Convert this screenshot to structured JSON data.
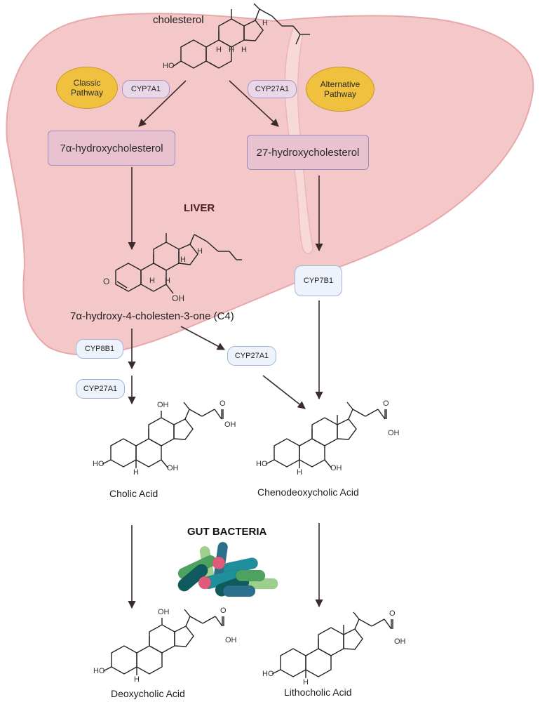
{
  "organ": {
    "label": "LIVER"
  },
  "pathways": {
    "classic": "Classic\nPathway",
    "alternative": "Alternative\nPathway"
  },
  "molecules": {
    "cholesterol": "cholesterol",
    "hydroxy7a": "7α-hydroxycholesterol",
    "hydroxy27": "27-hydroxycholesterol",
    "c4": "7α-hydroxy-4-cholesten-3-one (C4)",
    "cholic": "Cholic Acid",
    "cdca": "Chenodeoxycholic Acid",
    "deoxycholic": "Deoxycholic Acid",
    "lithocholic": "Lithocholic Acid"
  },
  "enzymes": {
    "cyp7a1": "CYP7A1",
    "cyp27a1_liver": "CYP27A1",
    "cyp7b1": "CYP7B1",
    "cyp8b1": "CYP8B1",
    "cyp27a1_left": "CYP27A1",
    "cyp27a1_mid": "CYP27A1"
  },
  "gut": {
    "label": "GUT BACTERIA"
  },
  "atoms": {
    "ho": "HO",
    "oh": "OH",
    "h": "H",
    "o": "O"
  },
  "colors": {
    "liver_fill": "#f4c7c8",
    "liver_stroke": "#e7a8ab",
    "process_box": "#e8c3cf",
    "pathway_oval": "#f0c13e",
    "enzyme_blue": "#eef3fb",
    "bacteria": [
      "#1f8f9c",
      "#0f5a5e",
      "#4ea25f",
      "#9dd08d",
      "#e05a7a",
      "#2a6f8c"
    ]
  }
}
